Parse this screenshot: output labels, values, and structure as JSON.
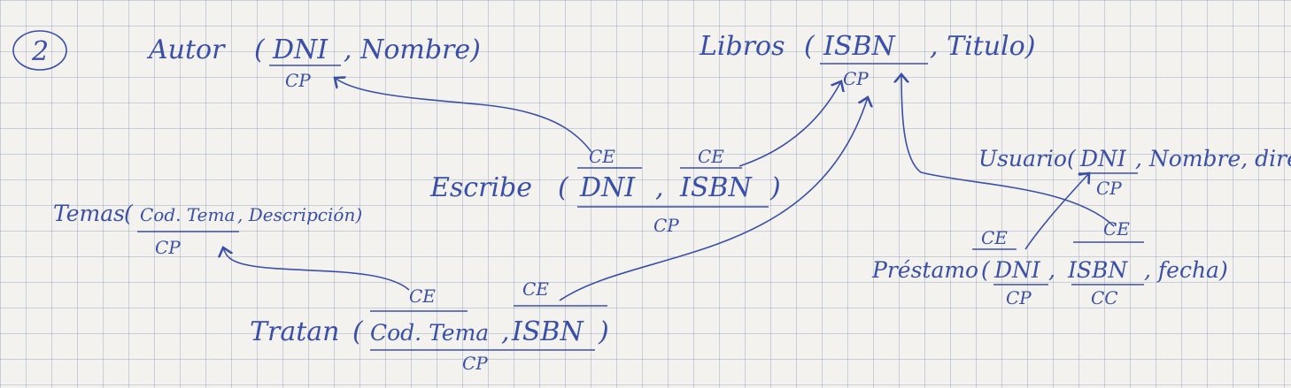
{
  "step_number": "2",
  "colors": {
    "ink": "#3a4fa8",
    "paper": "#f3f2ee",
    "grid": "#8ea0c4"
  },
  "relations": {
    "autor": {
      "name": "Autor",
      "open": "(",
      "key": "DNI",
      "rest": ", Nombre)",
      "pk": "CP"
    },
    "libros": {
      "name": "Libros",
      "open": "(",
      "key": "ISBN",
      "rest": ", Titulo)",
      "pk": "CP"
    },
    "escribe": {
      "name": "Escribe",
      "open": "(",
      "key1": "DNI",
      "sep": ",",
      "key2": "ISBN",
      "close": ")",
      "fk1": "CE",
      "fk2": "CE",
      "pk": "CP"
    },
    "temas": {
      "name": "Temas",
      "open": "(",
      "key": "Cod. Tema",
      "rest": ", Descripción)",
      "pk": "CP"
    },
    "tratan": {
      "name": "Tratan",
      "open": "(",
      "key1": "Cod. Tema",
      "sep": ",",
      "key2": "ISBN",
      "close": ")",
      "fk1": "CE",
      "fk2": "CE",
      "pk": "CP"
    },
    "usuario": {
      "name": "Usuario",
      "open": "(",
      "key": "DNI",
      "rest": ", Nombre, direc",
      "pk": "CP"
    },
    "prestamo": {
      "name": "Préstamo",
      "open": "(",
      "key1": "DNI",
      "sep": ",",
      "key2": "ISBN",
      "rest": ", fecha)",
      "fk1": "CE",
      "fk2": "CE",
      "ck1": "CP",
      "ck2": "CC"
    }
  }
}
